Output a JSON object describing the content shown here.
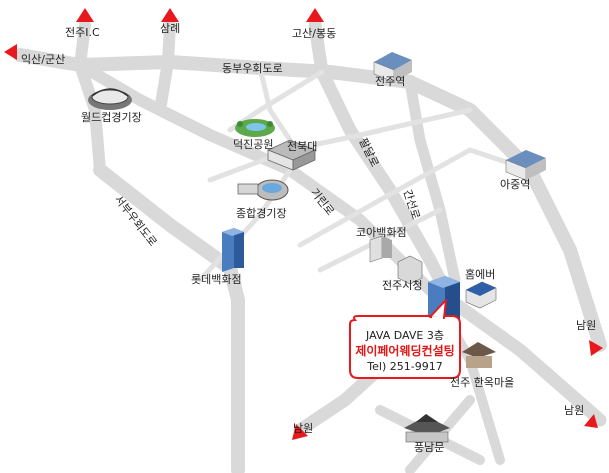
{
  "directions": {
    "jeonju_ic": "전주I.C",
    "samrye": "삼례",
    "iksan_gunsan": "익산/군산",
    "gosan_bongdong": "고산/봉동",
    "namwon_east": "남원",
    "namwon_southwest": "남원",
    "namwon_southeast": "남원"
  },
  "roads": {
    "dongbu": "동부우회도로",
    "seobu": "서부우회도로",
    "giri": "기린로",
    "paldal": "팔달로",
    "ganseon": "간선로"
  },
  "landmarks": {
    "worldcup_stadium": "월드컵경기장",
    "deokjin_park": "덕진공원",
    "jeonbuk_univ": "전북대",
    "sports_complex": "종합경기장",
    "lotte_dept": "롯데백화점",
    "jeonju_station": "전주역",
    "ajung_station": "아중역",
    "core_dept": "코아백화점",
    "city_hall": "전주시청",
    "homeplus": "홈에버",
    "hanok_village": "전주 한옥마을",
    "pungnammun": "풍남문"
  },
  "office": {
    "line1": "JAVA DAVE 3층",
    "line2": "제이페어웨딩컨설팅",
    "line3": "Tel) 251-9917"
  },
  "colors": {
    "road": "#d9d9d9",
    "arrow": "#e8191c",
    "highlight": "#e8191c",
    "building_blue": "#4a7cc0"
  }
}
